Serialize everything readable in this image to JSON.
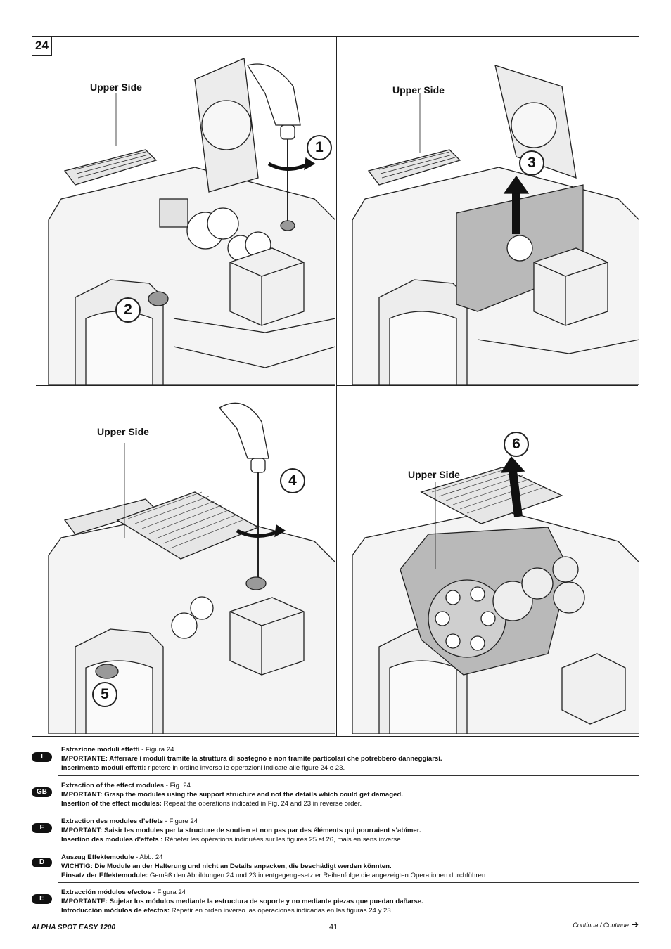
{
  "figure": {
    "number": "24",
    "panels": [
      {
        "label": "Upper Side",
        "steps": [
          "1",
          "2"
        ]
      },
      {
        "label": "Upper Side",
        "steps": [
          "3"
        ]
      },
      {
        "label": "Upper Side",
        "steps": [
          "4",
          "5"
        ]
      },
      {
        "label": "Upper Side",
        "steps": [
          "6"
        ]
      }
    ]
  },
  "languages": [
    {
      "code": "I",
      "title": "Estrazione moduli effetti",
      "ref": " - Figura 24",
      "important": "IMPORTANTE: Afferrare i moduli tramite la struttura di sostegno e non tramite particolari che potrebbero danneggiarsi.",
      "insertion_label": "Inserimento moduli effetti:",
      "insertion_text": " ripetere in ordine inverso le operazioni indicate alle figure 24 e 23."
    },
    {
      "code": "GB",
      "title": "Extraction of the effect modules",
      "ref": " - Fig. 24",
      "important": "IMPORTANT: Grasp the modules using the support structure and not the details which could get damaged.",
      "insertion_label": "Insertion of the effect modules:",
      "insertion_text": " Repeat the operations indicated in Fig. 24 and 23 in reverse order."
    },
    {
      "code": "F",
      "title": "Extraction des modules d’effets",
      "ref": " - Figure 24",
      "important": "IMPORTANT: Saisir les modules par la structure de soutien et non pas par des éléments qui pourraient s’abîmer.",
      "insertion_label": "Insertion des modules d’effets :",
      "insertion_text": " Répéter les opérations indiquées sur les figures 25 et 26, mais en sens inverse."
    },
    {
      "code": "D",
      "title": "Auszug Effektemodule",
      "ref": " - Abb. 24",
      "important": "WICHTIG: Die Module an der Halterung und nicht an Details anpacken, die beschädigt werden könnten.",
      "insertion_label": "Einsatz der Effektemodule:",
      "insertion_text": " Gemäß den Abbildungen 24 und 23 in entgegengesetzter Reihenfolge die angezeigten Operationen durchführen."
    },
    {
      "code": "E",
      "title": "Extracción módulos efectos",
      "ref": " - Figura 24",
      "important": "IMPORTANTE: Sujetar los módulos mediante la estructura de soporte y no mediante piezas que puedan dañarse.",
      "insertion_label": "Introducción módulos de efectos:",
      "insertion_text": " Repetir en orden inverso las operaciones indicadas en las figuras 24 y 23."
    }
  ],
  "footer": {
    "product": "ALPHA SPOT EASY 1200",
    "page": "41",
    "continue": "Continua / Continue",
    "arrow": "➔"
  }
}
